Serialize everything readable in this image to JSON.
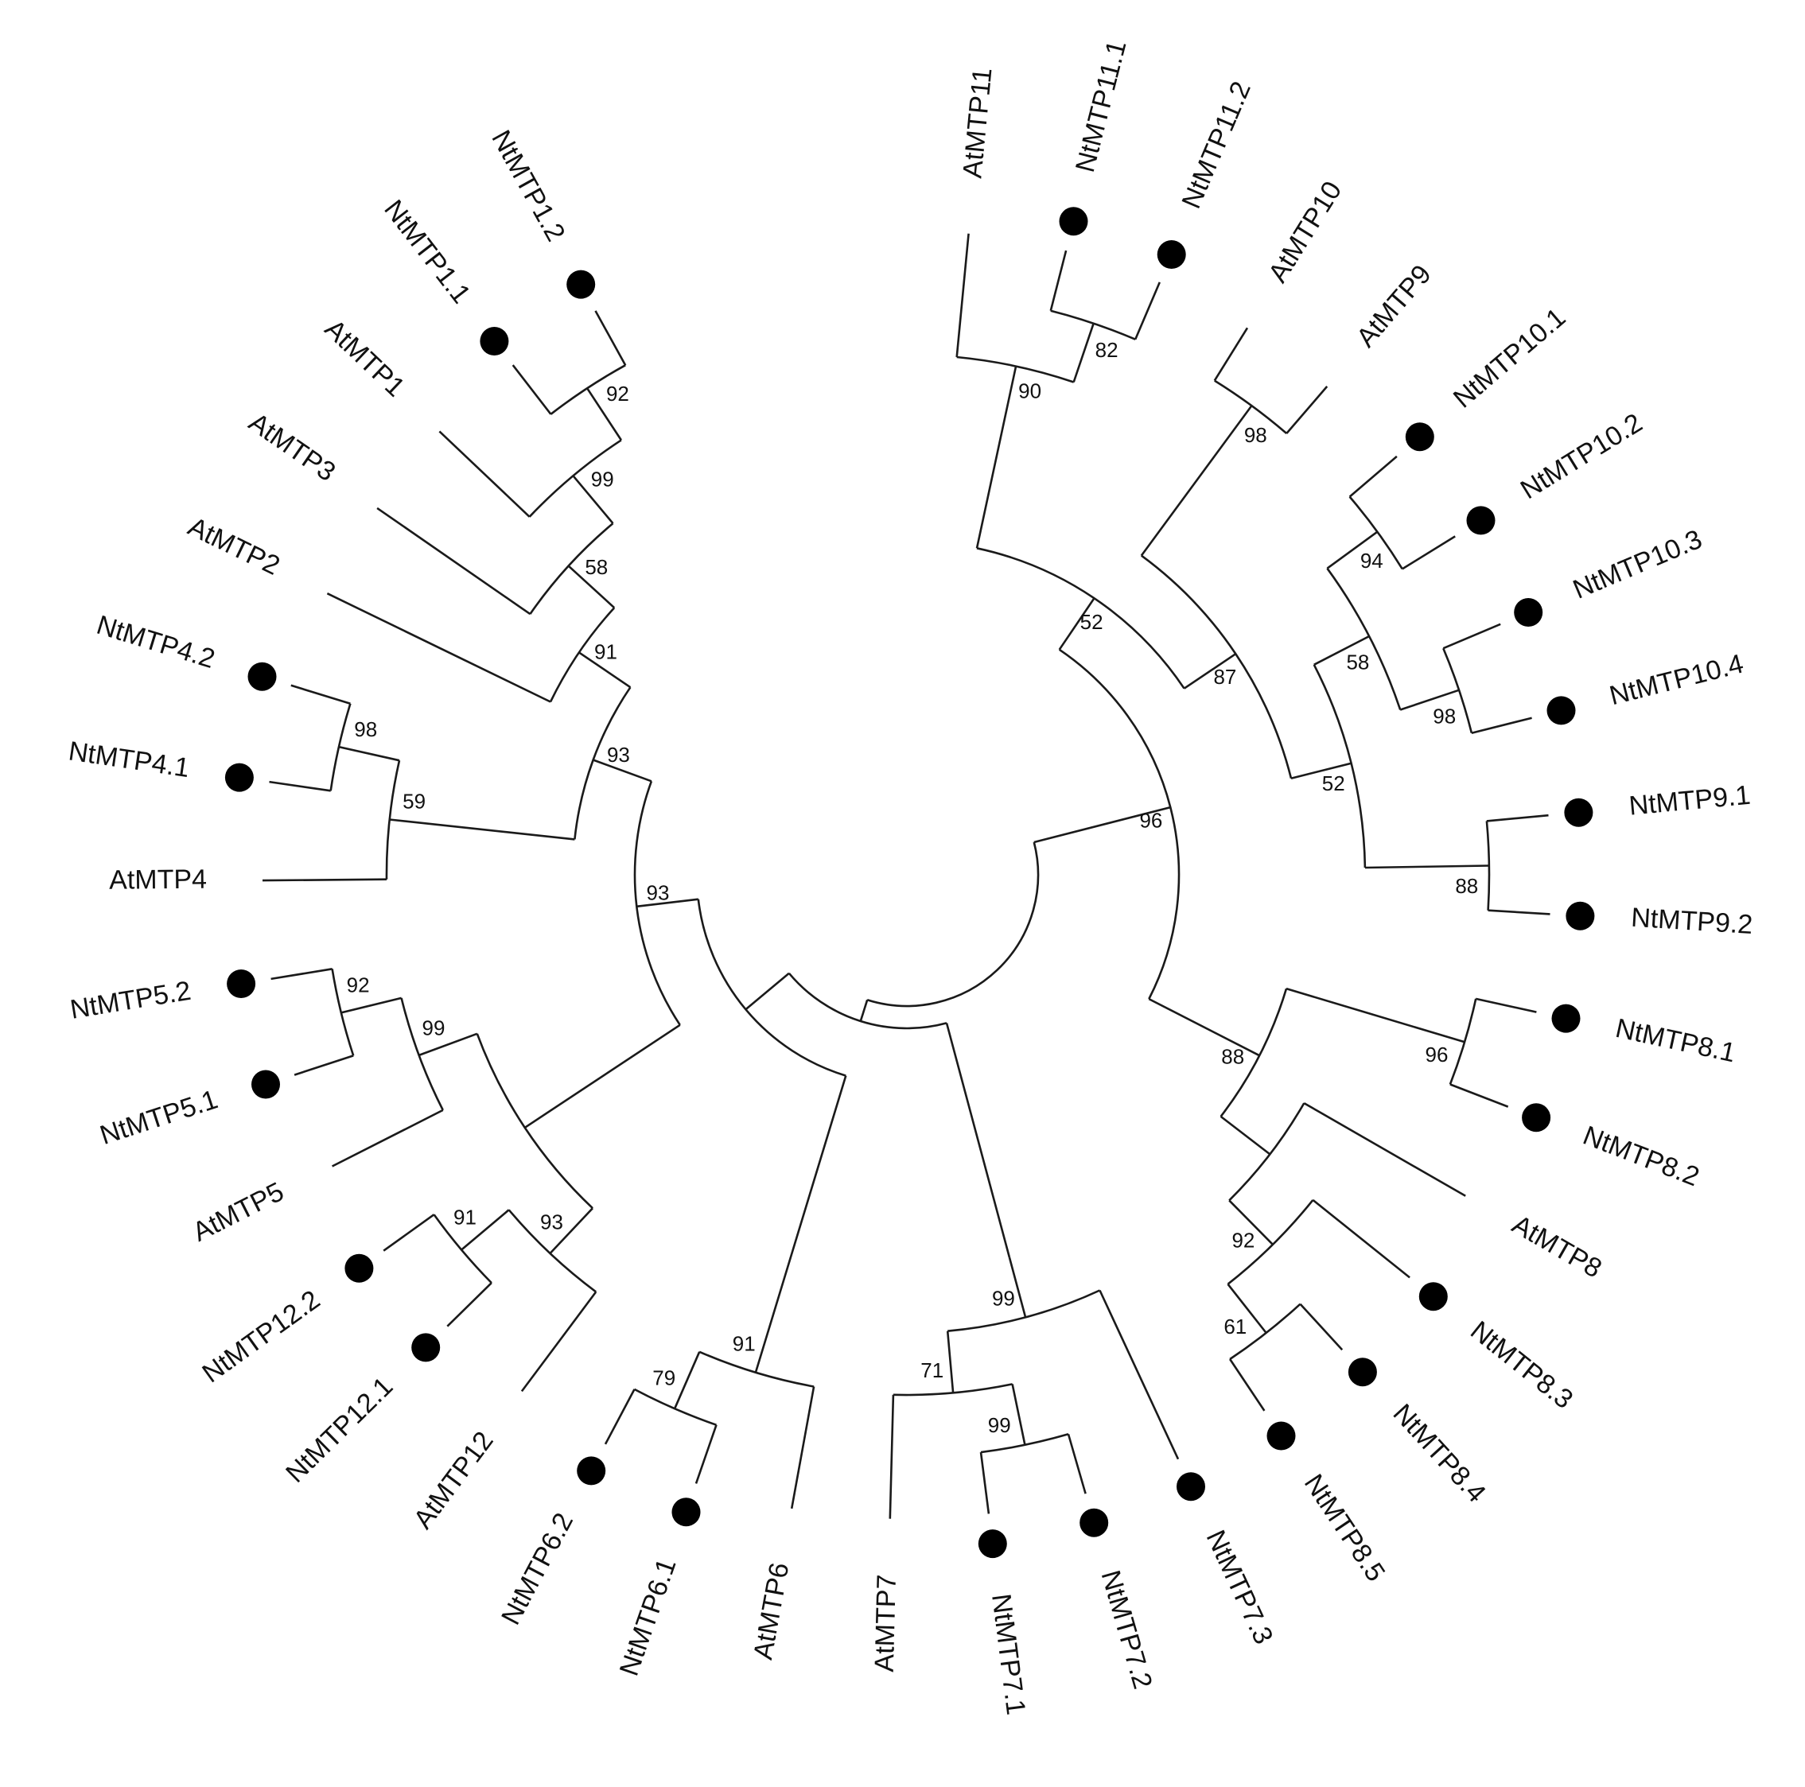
{
  "tree": {
    "colors": {
      "line": "#1a1a1a",
      "text": "#111111",
      "marker": "#000000"
    },
    "marker_shape": "filled-circle",
    "root": {
      "children": [
        {
          "children": [
            {
              "support": "52",
              "children": [
                {
                  "support": "90",
                  "children": [
                    {
                      "name": "AtMTP11"
                    },
                    {
                      "support": "82",
                      "children": [
                        {
                          "name": "NtMTP11.1",
                          "marker": true
                        },
                        {
                          "name": "NtMTP11.2",
                          "marker": true
                        }
                      ]
                    }
                  ]
                },
                {
                  "support": "87",
                  "children": [
                    {
                      "support": "98",
                      "children": [
                        {
                          "name": "AtMTP10"
                        },
                        {
                          "name": "AtMTP9"
                        }
                      ]
                    },
                    {
                      "support": "52",
                      "children": [
                        {
                          "support": "58",
                          "children": [
                            {
                              "support": "94",
                              "children": [
                                {
                                  "name": "NtMTP10.1",
                                  "marker": true
                                },
                                {
                                  "name": "NtMTP10.2",
                                  "marker": true
                                }
                              ]
                            },
                            {
                              "support": "98",
                              "children": [
                                {
                                  "name": "NtMTP10.3",
                                  "marker": true
                                },
                                {
                                  "name": "NtMTP10.4",
                                  "marker": true
                                }
                              ]
                            }
                          ]
                        },
                        {
                          "support": "88",
                          "children": [
                            {
                              "name": "NtMTP9.1",
                              "marker": true
                            },
                            {
                              "name": "NtMTP9.2",
                              "marker": true
                            }
                          ]
                        }
                      ]
                    }
                  ]
                }
              ]
            },
            {
              "support": "88",
              "children": [
                {
                  "support": "96",
                  "children": [
                    {
                      "name": "NtMTP8.1",
                      "marker": true
                    },
                    {
                      "name": "NtMTP8.2",
                      "marker": true
                    }
                  ]
                },
                {
                  "children": [
                    {
                      "name": "AtMTP8"
                    },
                    {
                      "support": "92",
                      "children": [
                        {
                          "name": "NtMTP8.3",
                          "marker": true
                        },
                        {
                          "support": "61",
                          "children": [
                            {
                              "name": "NtMTP8.4",
                              "marker": true
                            },
                            {
                              "name": "NtMTP8.5",
                              "marker": true
                            }
                          ]
                        }
                      ]
                    }
                  ]
                }
              ]
            }
          ],
          "support": "96"
        },
        {
          "children": [
            {
              "children": [
                {
                  "support": "99",
                  "children": [
                    {
                      "name": "NtMTP7.3",
                      "marker": true
                    },
                    {
                      "support": "71",
                      "children": [
                        {
                          "support": "99",
                          "children": [
                            {
                              "name": "NtMTP7.2",
                              "marker": true
                            },
                            {
                              "name": "NtMTP7.1",
                              "marker": true
                            }
                          ]
                        },
                        {
                          "name": "AtMTP7"
                        }
                      ]
                    }
                  ]
                }
              ]
            },
            {
              "children": [
                {
                  "support": "91",
                  "children": [
                    {
                      "name": "AtMTP6"
                    },
                    {
                      "support": "79",
                      "children": [
                        {
                          "name": "NtMTP6.1",
                          "marker": true
                        },
                        {
                          "name": "NtMTP6.2",
                          "marker": true
                        }
                      ]
                    }
                  ]
                },
                {
                  "support": "93",
                  "children": [
                    {
                      "children": [
                        {
                          "support": "93",
                          "children": [
                            {
                              "name": "AtMTP12"
                            },
                            {
                              "support": "91",
                              "children": [
                                {
                                  "name": "NtMTP12.1",
                                  "marker": true
                                },
                                {
                                  "name": "NtMTP12.2",
                                  "marker": true
                                }
                              ]
                            }
                          ]
                        },
                        {
                          "support": "99",
                          "children": [
                            {
                              "name": "AtMTP5"
                            },
                            {
                              "support": "92",
                              "children": [
                                {
                                  "name": "NtMTP5.1",
                                  "marker": true
                                },
                                {
                                  "name": "NtMTP5.2",
                                  "marker": true
                                }
                              ]
                            }
                          ]
                        }
                      ]
                    },
                    {
                      "support": "93",
                      "children": [
                        {
                          "support": "59",
                          "children": [
                            {
                              "name": "AtMTP4"
                            },
                            {
                              "support": "98",
                              "children": [
                                {
                                  "name": "NtMTP4.1",
                                  "marker": true
                                },
                                {
                                  "name": "NtMTP4.2",
                                  "marker": true
                                }
                              ]
                            }
                          ]
                        },
                        {
                          "support": "91",
                          "children": [
                            {
                              "name": "AtMTP2"
                            },
                            {
                              "support": "58",
                              "children": [
                                {
                                  "name": "AtMTP3"
                                },
                                {
                                  "support": "99",
                                  "children": [
                                    {
                                      "name": "AtMTP1"
                                    },
                                    {
                                      "support": "92",
                                      "children": [
                                        {
                                          "name": "NtMTP1.1",
                                          "marker": true
                                        },
                                        {
                                          "name": "NtMTP1.2",
                                          "marker": true
                                        }
                                      ]
                                    }
                                  ]
                                }
                              ]
                            }
                          ]
                        }
                      ]
                    }
                  ]
                }
              ]
            }
          ]
        }
      ]
    }
  }
}
